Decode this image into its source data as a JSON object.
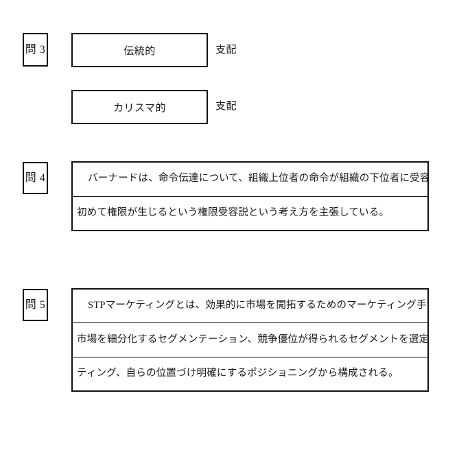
{
  "page": {
    "background_color": "#ffffff",
    "ink_color": "#1a1a1a",
    "border_color": "#111111"
  },
  "sections": [
    {
      "id": "q3",
      "label": "問 3",
      "rows": [
        {
          "answer": "伝統的",
          "suffix": "支配"
        },
        {
          "answer": "カリスマ的",
          "suffix": "支配"
        }
      ]
    },
    {
      "id": "q4",
      "label": "問 4",
      "lines": [
        "バーナードは、命令伝達について、組織上位者の命令が組織の下位者に受容され、",
        "初めて権限が生じるという権限受容説という考え方を主張している。"
      ]
    },
    {
      "id": "q5",
      "label": "問 5",
      "lines": [
        "STPマーケティングとは、効果的に市場を開拓するためのマーケティング手法の事で、",
        "市場を細分化するセグメンテーション、競争優位が得られるセグメントを選定するターゲ",
        "ティング、自らの位置づけ明確にするポジショニングから構成される。"
      ]
    }
  ]
}
